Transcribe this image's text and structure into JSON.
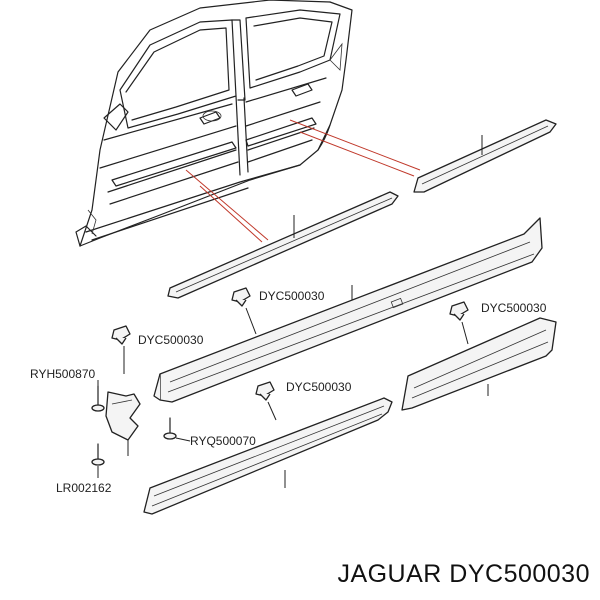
{
  "labels": {
    "clip_1": "DYC500030",
    "clip_2": "DYC500030",
    "clip_3": "DYC500030",
    "clip_4": "DYC500030",
    "bracket": "RYH500870",
    "screw": "RYQ500070",
    "bolt": "LR002162"
  },
  "title": "JAGUAR DYC500030"
}
